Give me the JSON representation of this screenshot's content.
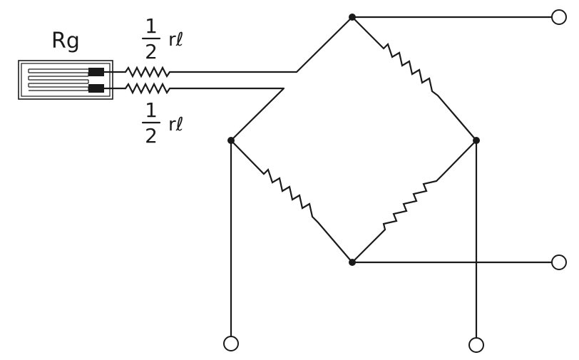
{
  "diagram": {
    "gauge_label": "Rg",
    "lead_top": {
      "numerator": "1",
      "denominator": "2",
      "symbol": "rℓ"
    },
    "lead_bottom": {
      "numerator": "1",
      "denominator": "2",
      "symbol": "rℓ"
    }
  }
}
